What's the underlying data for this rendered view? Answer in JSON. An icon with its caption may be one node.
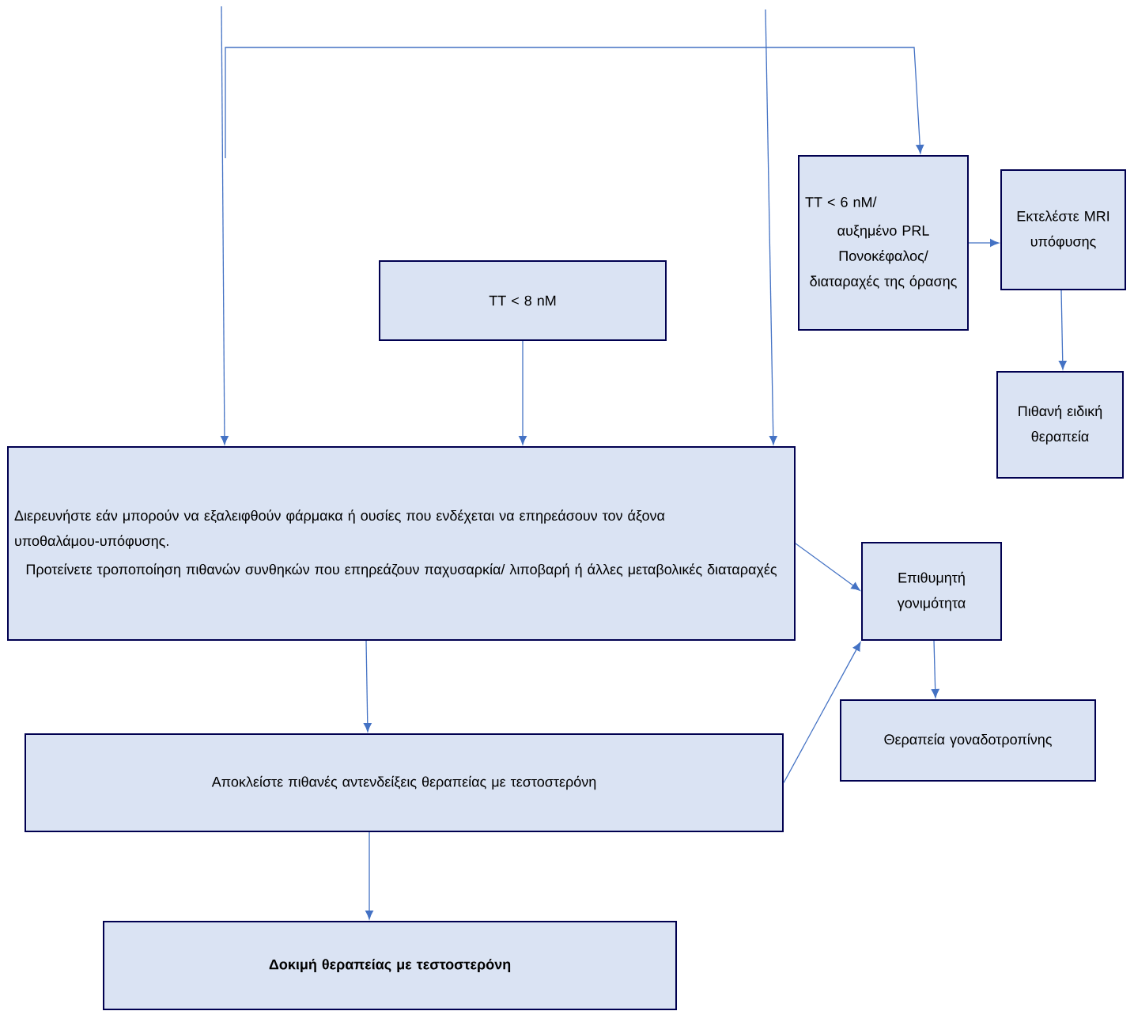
{
  "diagram": {
    "nodes": [
      {
        "text": [
          "TT < 6 nM/",
          "αυξημένο PRL Πονοκέφαλος/ διαταραχές της όρασης"
        ]
      },
      {
        "text": [
          "Εκτελέστε MRI υπόφυσης"
        ]
      },
      {
        "text": [
          "TT < 8 nM"
        ]
      },
      {
        "text": [
          "Πιθανή ειδική θεραπεία"
        ]
      },
      {
        "text": [
          "Διερευνήστε εάν μπορούν να εξαλειφθούν φάρμακα ή ουσίες που ενδέχεται να επηρεάσουν τον άξονα υποθαλάμου-υπόφυσης.",
          "Προτείνετε τροποποίηση πιθανών συνθηκών που επηρεάζουν παχυσαρκία/ λιποβαρή ή άλλες μεταβολικές διαταραχές"
        ]
      },
      {
        "text": [
          "Επιθυμητή γονιμότητα"
        ]
      },
      {
        "text": [
          "Θεραπεία γοναδοτροπίνης"
        ]
      },
      {
        "text": [
          "Αποκλείστε πιθανές αντενδείξεις θεραπείας με τεστοστερόνη"
        ]
      },
      {
        "text": [
          "Δοκιμή θεραπείας με τεστοστερόνη"
        ]
      }
    ],
    "edges": [
      {
        "from": null,
        "to": 4,
        "arrow": "to"
      },
      {
        "from": null,
        "to": 0,
        "arrow": "to"
      },
      {
        "from": null,
        "to": 4,
        "arrow": "to"
      },
      {
        "from": 2,
        "to": 4,
        "arrow": "to"
      },
      {
        "from": 0,
        "to": 1,
        "arrow": "to"
      },
      {
        "from": 1,
        "to": 3,
        "arrow": "to"
      },
      {
        "from": 4,
        "to": 5,
        "arrow": "to"
      },
      {
        "from": 4,
        "to": 7,
        "arrow": "to"
      },
      {
        "from": 7,
        "to": 5,
        "arrow": "to"
      },
      {
        "from": 5,
        "to": 6,
        "arrow": "to"
      },
      {
        "from": 7,
        "to": 8,
        "arrow": "to"
      }
    ]
  }
}
